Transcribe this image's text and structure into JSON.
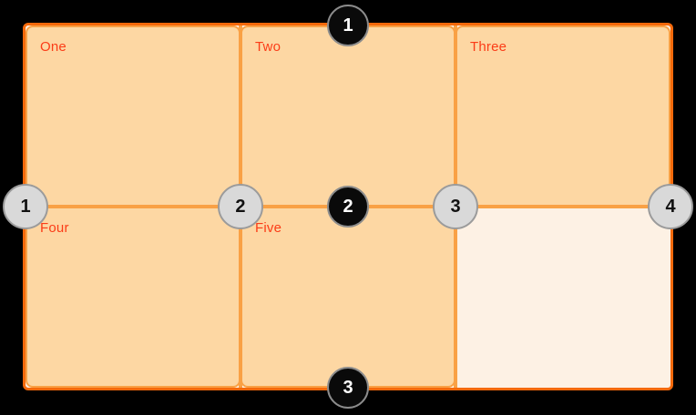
{
  "canvas": {
    "background": "#000000"
  },
  "grid": {
    "cells": [
      {
        "label": "One"
      },
      {
        "label": "Two"
      },
      {
        "label": "Three"
      },
      {
        "label": "Four"
      },
      {
        "label": "Five"
      },
      {
        "label": ""
      }
    ],
    "colors": {
      "container_border": "#f4690b",
      "container_background": "#fdf1e4",
      "cell_background": "#fdd7a3",
      "grid_line": "#f9a145",
      "label_text": "#fb3c17"
    }
  },
  "line_numbers": {
    "row_lines": {
      "values": [
        "1",
        "2",
        "3"
      ],
      "badge_background": "#0a0a0a",
      "badge_border": "#8c8c8c",
      "number_color": "#ffffff"
    },
    "column_lines": {
      "values": [
        "1",
        "2",
        "3",
        "4"
      ],
      "badge_background": "#d9d9d9",
      "badge_border": "#9b9b9b",
      "number_color": "#111111"
    }
  }
}
